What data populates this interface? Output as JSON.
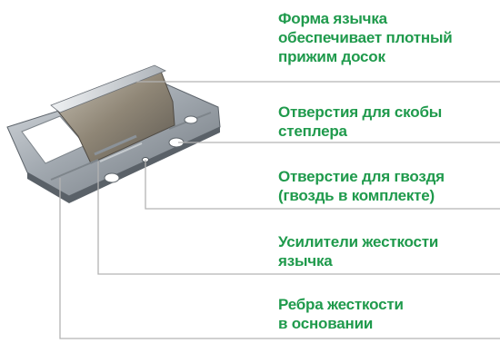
{
  "callouts": [
    {
      "lines": [
        "Форма язычка",
        "обеспечивает плотный",
        "прижим досок"
      ]
    },
    {
      "lines": [
        "Отверстия для скобы",
        "степлера"
      ]
    },
    {
      "lines": [
        "Отверстие для гвоздя",
        "(гвоздь в комплекте)"
      ]
    },
    {
      "lines": [
        "Усилители жесткости",
        "язычка"
      ]
    },
    {
      "lines": [
        "Ребра жесткости",
        "в основании"
      ]
    }
  ],
  "colors": {
    "label_text": "#1f9a4c",
    "leader_line": "#b3b3b3",
    "metal": "#a9b0b7"
  },
  "illustration": {
    "subject": "galvanized-mounting-clip"
  }
}
